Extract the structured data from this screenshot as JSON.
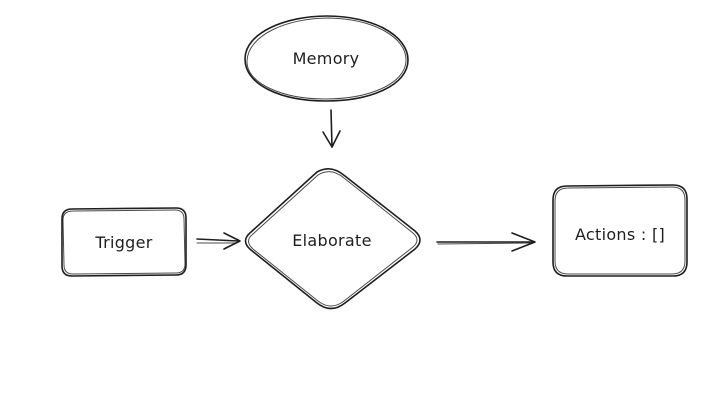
{
  "diagram": {
    "nodes": {
      "memory": {
        "label": "Memory",
        "shape": "ellipse"
      },
      "trigger": {
        "label": "Trigger",
        "shape": "rounded-rectangle"
      },
      "elaborate": {
        "label": "Elaborate",
        "shape": "diamond"
      },
      "actions": {
        "label": "Actions : []",
        "shape": "rounded-rectangle"
      }
    },
    "edges": [
      {
        "from": "memory",
        "to": "elaborate"
      },
      {
        "from": "trigger",
        "to": "elaborate"
      },
      {
        "from": "elaborate",
        "to": "actions"
      }
    ],
    "colors": {
      "stroke": "#1e1e1e",
      "background": "#ffffff"
    }
  }
}
